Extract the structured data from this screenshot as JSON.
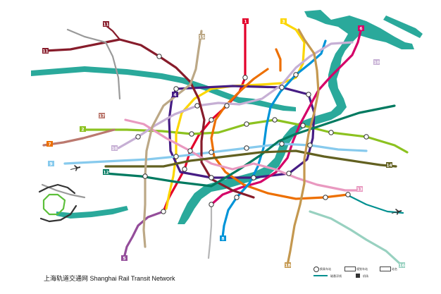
{
  "title": "上海轨道交通网  Shanghai Rail Transit Network",
  "map": {
    "colors": {
      "river": "#2aa99b",
      "line1": "#e3002b",
      "line2": "#8cc220",
      "line3": "#fcd600",
      "line4": "#461d84",
      "line5": "#944d9a",
      "line6": "#d40068",
      "line7": "#ed6f00",
      "line8": "#0094d8",
      "line9": "#87caed",
      "line10": "#c6afd4",
      "line11": "#871c2b",
      "line12": "#007a60",
      "line13": "#e999c0",
      "line14": "#626020",
      "line15": "#bca886",
      "line16": "#98d1c0",
      "line17": "#bb796f",
      "line18": "#c4984f",
      "maglev": "#009090",
      "pujiang": "#b5b5b6"
    },
    "badges": [
      "1",
      "2",
      "3",
      "4",
      "5",
      "6",
      "7",
      "8",
      "9",
      "10",
      "11",
      "12",
      "13",
      "14",
      "15",
      "16",
      "17",
      "18"
    ]
  },
  "legend": {
    "items": [
      "换乘车站",
      "规划车站",
      "站名",
      "磁悬浮线",
      "机场"
    ]
  }
}
